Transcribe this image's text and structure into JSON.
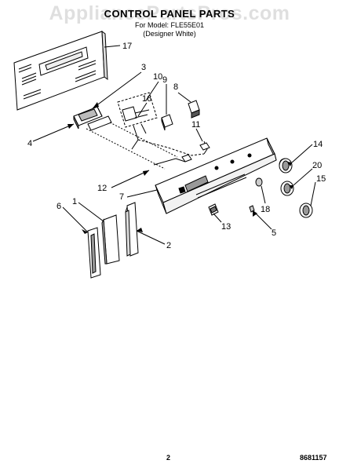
{
  "header": {
    "title": "CONTROL PANEL PARTS",
    "model_line": "For Model: FLE55E01",
    "color_line": "(Designer White)"
  },
  "watermark": "AppliancePartsPros.com",
  "footer": {
    "page_number": "2",
    "doc_number": "8681157"
  },
  "callouts": [
    {
      "id": "c17",
      "text": "17"
    },
    {
      "id": "c3",
      "text": "3"
    },
    {
      "id": "c10",
      "text": "10"
    },
    {
      "id": "c9",
      "text": "9"
    },
    {
      "id": "c8",
      "text": "8"
    },
    {
      "id": "c16",
      "text": "16"
    },
    {
      "id": "c4",
      "text": "4"
    },
    {
      "id": "c11",
      "text": "11"
    },
    {
      "id": "c14",
      "text": "14"
    },
    {
      "id": "c20",
      "text": "20"
    },
    {
      "id": "c15",
      "text": "15"
    },
    {
      "id": "c12",
      "text": "12"
    },
    {
      "id": "c7",
      "text": "7"
    },
    {
      "id": "c18",
      "text": "18"
    },
    {
      "id": "c6",
      "text": "6"
    },
    {
      "id": "c1",
      "text": "1"
    },
    {
      "id": "c13",
      "text": "13"
    },
    {
      "id": "c5",
      "text": "5"
    },
    {
      "id": "c2",
      "text": "2"
    }
  ]
}
